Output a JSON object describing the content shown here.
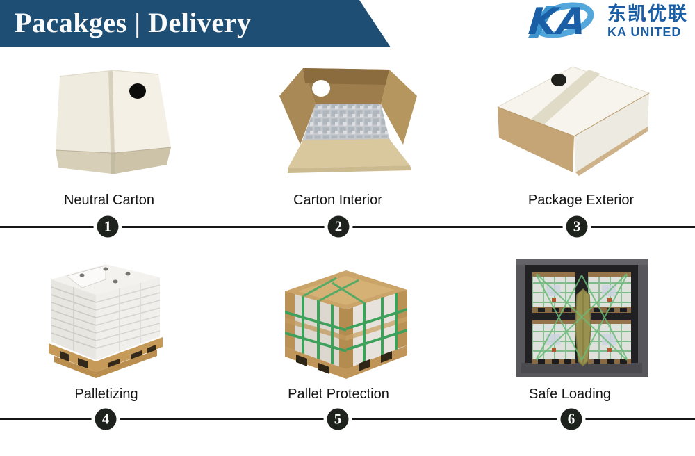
{
  "header": {
    "title": "Pacakges | Delivery",
    "logo": {
      "mark": "KA",
      "company_cn": "东凯优联",
      "company_en": "KA UNITED"
    }
  },
  "steps": [
    {
      "number": "1",
      "label": "Neutral Carton",
      "photo": "white neutral carton box with round vent hole"
    },
    {
      "number": "2",
      "label": "Carton Interior",
      "photo": "open cardboard carton showing stacked mosaic tiles inside"
    },
    {
      "number": "3",
      "label": "Package Exterior",
      "photo": "closed taped carton box exterior"
    },
    {
      "number": "4",
      "label": "Palletizing",
      "photo": "white flat boxes stacked on wooden pallet"
    },
    {
      "number": "5",
      "label": "Pallet Protection",
      "photo": "pallet load with cardboard corner protectors and green straps"
    },
    {
      "number": "6",
      "label": "Safe Loading",
      "photo": "container interior with four strapped pallets and dunnage air bag"
    }
  ],
  "colors": {
    "banner_blue": "#1E4E74",
    "logo_blue": "#1A5EA6",
    "logo_light_blue": "#4AA2D8",
    "divider_black": "#161616",
    "badge_black": "#1E221D",
    "strap_green": "#3DA15C",
    "cardboard_tan": "#C49553"
  }
}
